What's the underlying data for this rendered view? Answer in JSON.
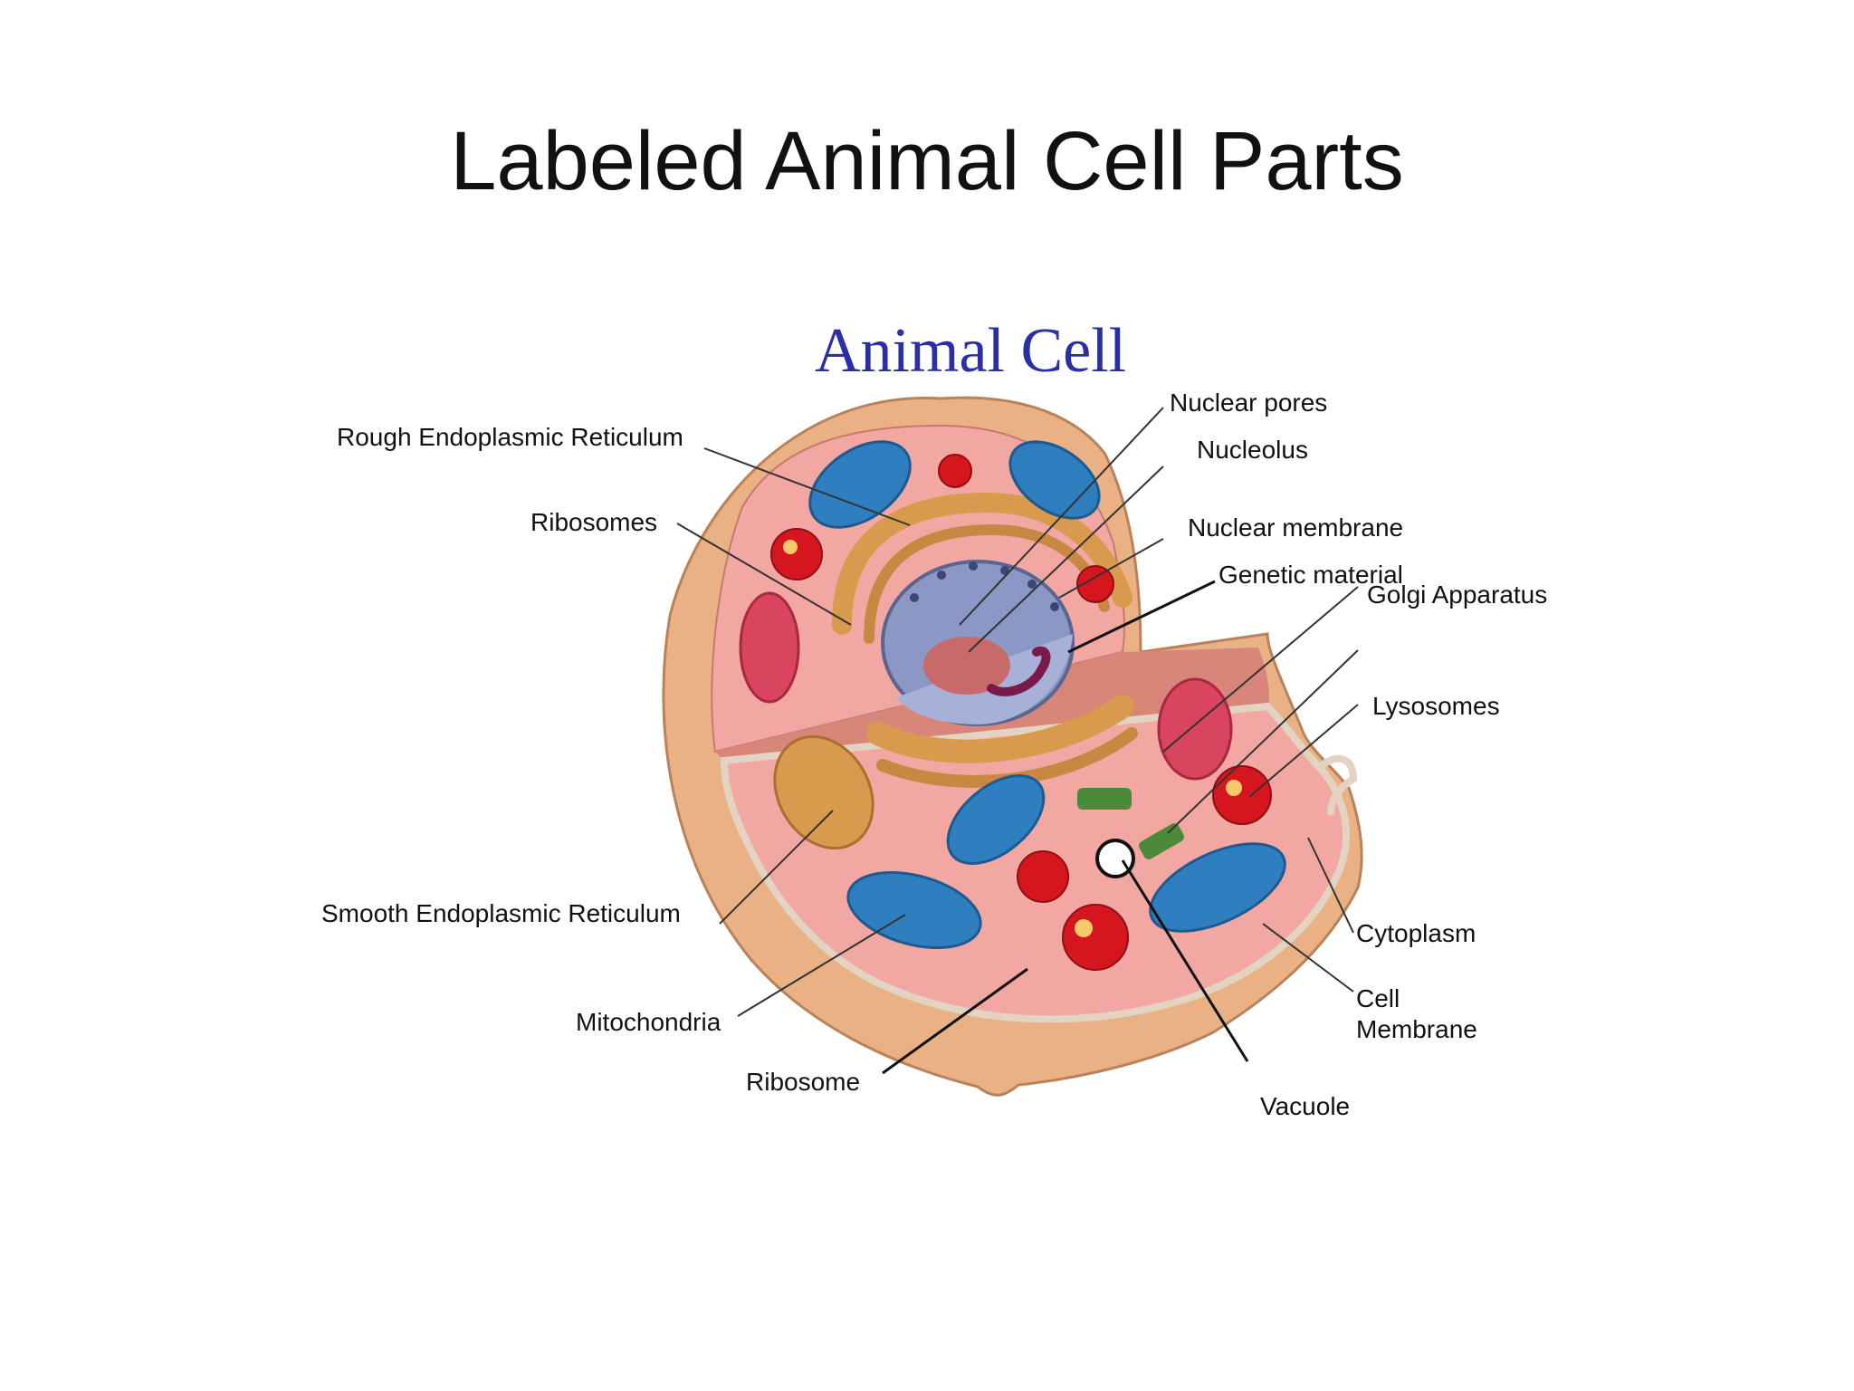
{
  "slide_title": "Labeled Animal Cell Parts",
  "diagram_title": "Animal Cell",
  "labels": {
    "rough_er": "Rough Endoplasmic Reticulum",
    "ribosomes": "Ribosomes",
    "nuclear_pores": "Nuclear pores",
    "nucleolus": "Nucleolus",
    "nuclear_membrane": "Nuclear membrane",
    "genetic_material": "Genetic material",
    "golgi": "Golgi Apparatus",
    "lysosomes": "Lysosomes",
    "smooth_er": "Smooth Endoplasmic Reticulum",
    "mitochondria": "Mitochondria",
    "ribosome": "Ribosome",
    "cytoplasm": "Cytoplasm",
    "cell_membrane_1": "Cell",
    "cell_membrane_2": "Membrane",
    "vacuole": "Vacuole"
  },
  "colors": {
    "outer_membrane": "#e9b184",
    "cytoplasm": "#f2a7a2",
    "mitochondria": "#2f7fc0",
    "golgi_er": "#d99a4e",
    "nucleus": "#8b97c4",
    "nucleolus": "#c96a6a",
    "lysosome": "#d6161f",
    "title_blue": "#2b2fa6"
  }
}
